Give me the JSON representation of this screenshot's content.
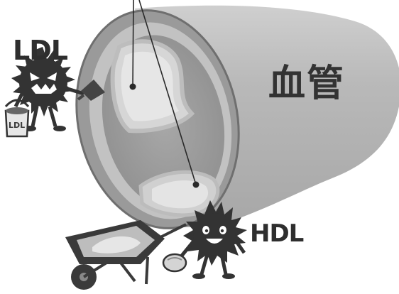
{
  "labels": {
    "ldl": "LDL",
    "hdl": "HDL",
    "vessel": "血管",
    "can": "LDL"
  },
  "icons": [
    "bad-cholesterol-germ",
    "good-cholesterol-germ",
    "blood-vessel",
    "wheelbarrow",
    "paint-bucket",
    "plaque-pointer"
  ],
  "colors": {
    "vessel_body": "#b4b4b4",
    "vessel_rim": "#8e8e8e",
    "plaque": "#e4e4e4",
    "germ": "#333333"
  }
}
